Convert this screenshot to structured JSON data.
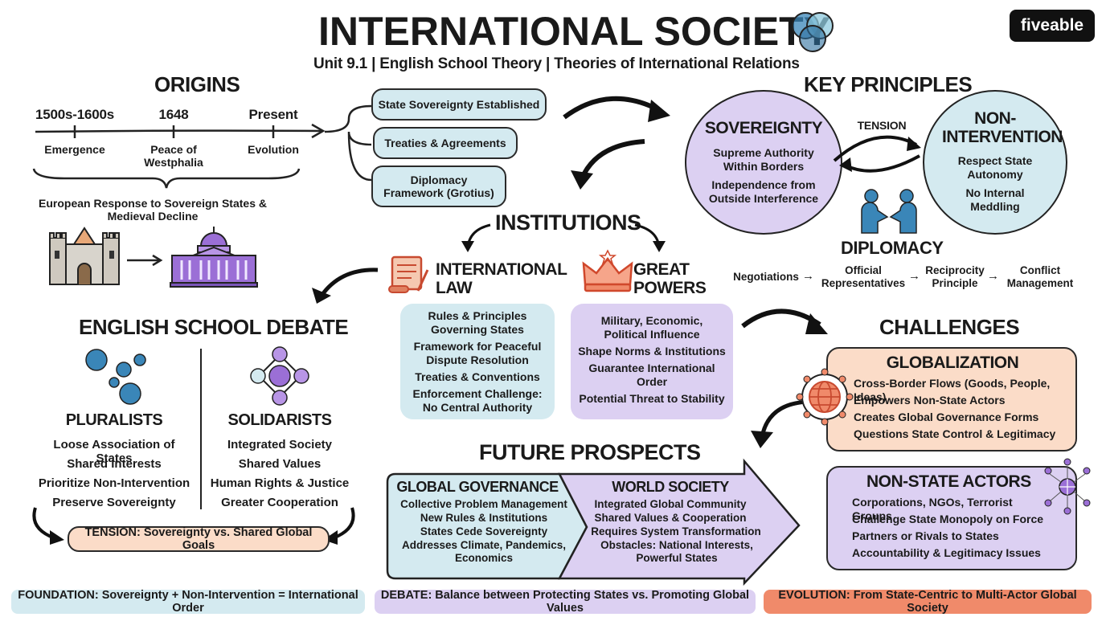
{
  "title": "INTERNATIONAL SOCIETY",
  "subtitle": "Unit 9.1 | English School Theory | Theories of International Relations",
  "brand": "fiveable",
  "origins": {
    "heading": "ORIGINS",
    "timeline": [
      {
        "date": "1500s-1600s",
        "label": "Emergence"
      },
      {
        "date": "1648",
        "label": "Peace of Westphalia"
      },
      {
        "date": "Present",
        "label": "Evolution"
      }
    ],
    "note": "European Response to Sovereign States & Medieval Decline",
    "branches": [
      "State Sovereignty Established",
      "Treaties & Agreements",
      "Diplomacy Framework (Grotius)"
    ]
  },
  "key_principles": {
    "heading": "KEY PRINCIPLES",
    "sovereignty": {
      "title": "SOVEREIGNTY",
      "lines": [
        "Supreme Authority Within Borders",
        "Independence from Outside Interference"
      ]
    },
    "tension_label": "TENSION",
    "non_intervention": {
      "title": "NON-INTERVENTION",
      "lines": [
        "Respect State Autonomy",
        "No Internal Meddling"
      ]
    }
  },
  "diplomacy": {
    "heading": "DIPLOMACY",
    "steps": [
      "Negotiations",
      "Official Representatives",
      "Reciprocity Principle",
      "Conflict Management"
    ]
  },
  "institutions": {
    "heading": "INSTITUTIONS",
    "law": {
      "title": "INTERNATIONAL LAW",
      "lines": [
        "Rules & Principles Governing States",
        "Framework for Peaceful Dispute Resolution",
        "Treaties & Conventions",
        "Enforcement Challenge: No Central Authority"
      ]
    },
    "powers": {
      "title": "GREAT POWERS",
      "lines": [
        "Military, Economic, Political Influence",
        "Shape Norms & Institutions",
        "Guarantee International Order",
        "Potential Threat to Stability"
      ]
    }
  },
  "debate": {
    "heading": "ENGLISH SCHOOL DEBATE",
    "pluralists": {
      "title": "PLURALISTS",
      "lines": [
        "Loose Association of States",
        "Shared Interests",
        "Prioritize Non-Intervention",
        "Preserve Sovereignty"
      ]
    },
    "solidarists": {
      "title": "SOLIDARISTS",
      "lines": [
        "Integrated Society",
        "Shared Values",
        "Human Rights & Justice",
        "Greater Cooperation"
      ]
    },
    "tension": "TENSION: Sovereignty vs. Shared Global Goals"
  },
  "challenges": {
    "heading": "CHALLENGES",
    "globalization": {
      "title": "GLOBALIZATION",
      "lines": [
        "Cross-Border Flows (Goods, People, Ideas)",
        "Empowers Non-State Actors",
        "Creates Global Governance Forms",
        "Questions State Control & Legitimacy"
      ]
    },
    "non_state": {
      "title": "NON-STATE ACTORS",
      "lines": [
        "Corporations, NGOs, Terrorist Groups",
        "Challenge State Monopoly on Force",
        "Partners or Rivals to States",
        "Accountability & Legitimacy Issues"
      ]
    }
  },
  "future": {
    "heading": "FUTURE PROSPECTS",
    "governance": {
      "title": "GLOBAL GOVERNANCE",
      "lines": [
        "Collective Problem Management",
        "New Rules & Institutions",
        "States Cede Sovereignty",
        "Addresses Climate, Pandemics, Economics"
      ]
    },
    "world": {
      "title": "WORLD SOCIETY",
      "lines": [
        "Integrated Global Community",
        "Shared Values & Cooperation",
        "Requires System Transformation",
        "Obstacles: National Interests, Powerful States"
      ]
    }
  },
  "footer": {
    "foundation": "FOUNDATION: Sovereignty + Non-Intervention = International Order",
    "debate": "DEBATE: Balance between Protecting States vs. Promoting Global Values",
    "evolution": "EVOLUTION: From State-Centric to Multi-Actor Global Society"
  },
  "colors": {
    "blue": "#d4eaf0",
    "purple": "#dcd0f2",
    "orange": "#fbdcc8",
    "deep_blue": "#3a86b8",
    "violet": "#9b6fd6",
    "coral": "#f08a6a"
  },
  "icons": [
    "venn-icon",
    "castle-icon",
    "capitol-icon",
    "scroll-icon",
    "crown-icon",
    "handshake-icon",
    "dots-icon",
    "network-icon",
    "globe-icon",
    "people-globe-icon"
  ]
}
